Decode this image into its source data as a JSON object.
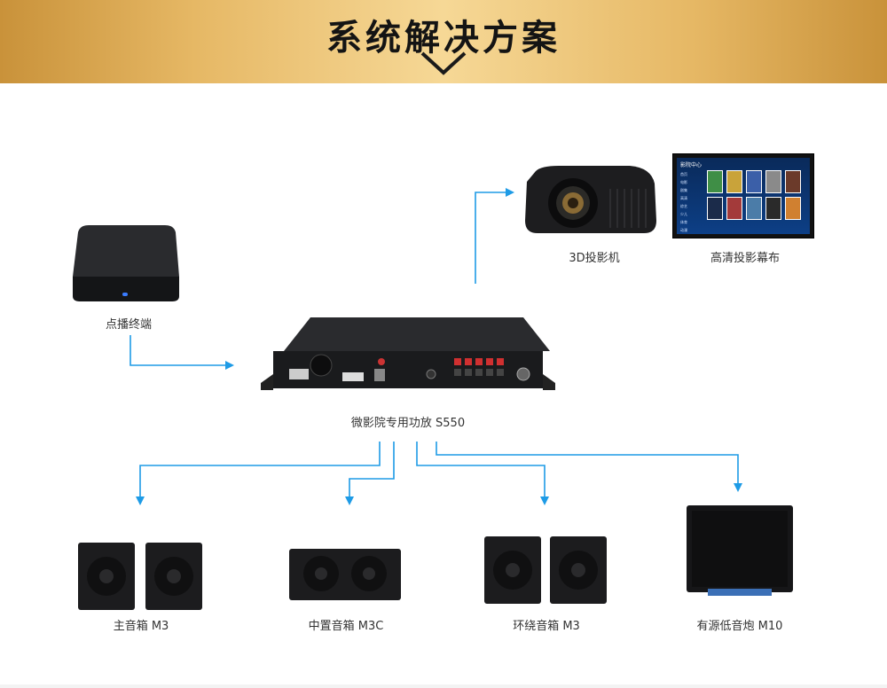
{
  "header": {
    "title": "系统解决方案"
  },
  "devices": {
    "player": "点播终端",
    "projector": "3D投影机",
    "screen": "高清投影幕布",
    "amplifier": "微影院专用功放 S550",
    "main_speaker": "主音箱 M3",
    "center_speaker": "中置音箱 M3C",
    "surround_speaker": "环绕音箱 M3",
    "subwoofer": "有源低音炮 M10"
  },
  "screen_ui": {
    "title": "影院中心",
    "menu": [
      "首页",
      "电影",
      "剧集",
      "高清",
      "综艺",
      "少儿",
      "体育",
      "动漫"
    ]
  },
  "colors": {
    "arrow": "#1e9be6",
    "banner": "#e6b865"
  }
}
